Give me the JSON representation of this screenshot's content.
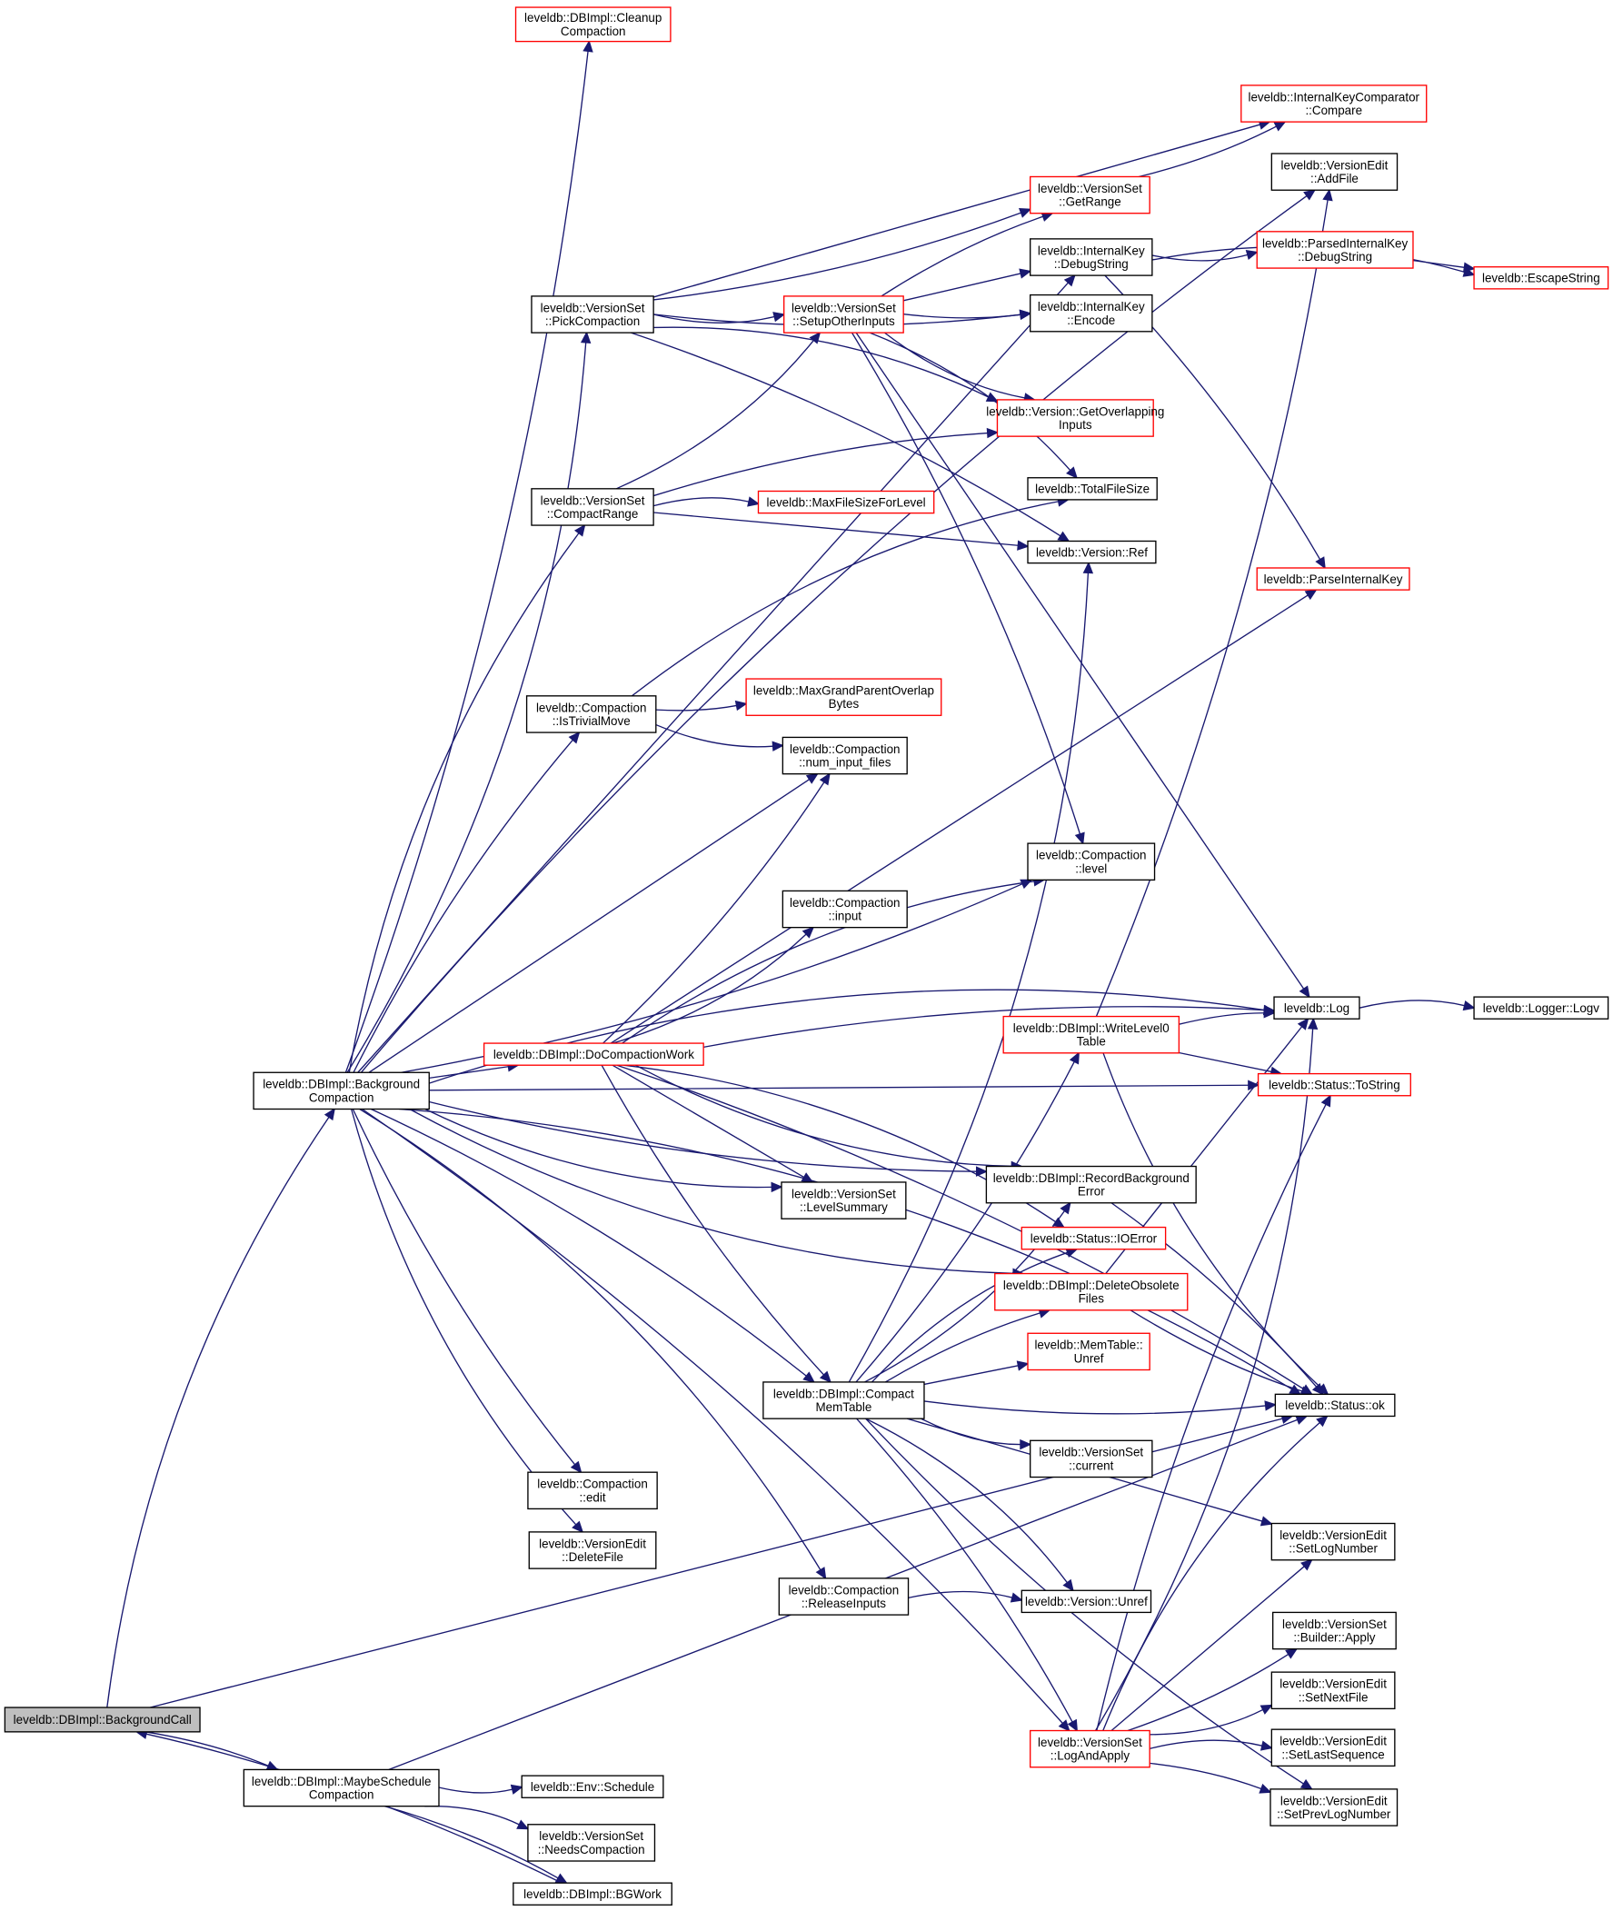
{
  "title": "leveldb::DBImpl::BackgroundCall call graph",
  "colors": {
    "edge": "#191970",
    "external_border": "#ff0000",
    "root_fill": "#bfbfbf"
  },
  "nodes": [
    {
      "id": "bgcall",
      "lines": [
        "leveldb::DBImpl::BackgroundCall"
      ],
      "style": "root"
    },
    {
      "id": "bgcomp",
      "lines": [
        "leveldb::DBImpl::Background",
        "Compaction"
      ],
      "style": "normal"
    },
    {
      "id": "maybe",
      "lines": [
        "leveldb::DBImpl::MaybeSchedule",
        "Compaction"
      ],
      "style": "normal"
    },
    {
      "id": "envsched",
      "lines": [
        "leveldb::Env::Schedule"
      ],
      "style": "normal"
    },
    {
      "id": "needs",
      "lines": [
        "leveldb::VersionSet",
        "::NeedsCompaction"
      ],
      "style": "normal"
    },
    {
      "id": "bgwork",
      "lines": [
        "leveldb::DBImpl::BGWork"
      ],
      "style": "normal"
    },
    {
      "id": "cleanup",
      "lines": [
        "leveldb::DBImpl::Cleanup",
        "Compaction"
      ],
      "style": "red"
    },
    {
      "id": "pick",
      "lines": [
        "leveldb::VersionSet",
        "::PickCompaction"
      ],
      "style": "normal"
    },
    {
      "id": "crange",
      "lines": [
        "leveldb::VersionSet",
        "::CompactRange"
      ],
      "style": "normal"
    },
    {
      "id": "trivial",
      "lines": [
        "leveldb::Compaction",
        "::IsTrivialMove"
      ],
      "style": "normal"
    },
    {
      "id": "docw",
      "lines": [
        "leveldb::DBImpl::DoCompactionWork"
      ],
      "style": "red"
    },
    {
      "id": "cedit",
      "lines": [
        "leveldb::Compaction",
        "::edit"
      ],
      "style": "normal"
    },
    {
      "id": "vedel",
      "lines": [
        "leveldb::VersionEdit",
        "::DeleteFile"
      ],
      "style": "normal"
    },
    {
      "id": "release",
      "lines": [
        "leveldb::Compaction",
        "::ReleaseInputs"
      ],
      "style": "normal"
    },
    {
      "id": "cmem",
      "lines": [
        "leveldb::DBImpl::Compact",
        "MemTable"
      ],
      "style": "normal"
    },
    {
      "id": "setup",
      "lines": [
        "leveldb::VersionSet",
        "::SetupOtherInputs"
      ],
      "style": "red"
    },
    {
      "id": "maxfile",
      "lines": [
        "leveldb::MaxFileSizeForLevel"
      ],
      "style": "red"
    },
    {
      "id": "maxgp",
      "lines": [
        "leveldb::MaxGrandParentOverlap",
        "Bytes"
      ],
      "style": "red"
    },
    {
      "id": "numin",
      "lines": [
        "leveldb::Compaction",
        "::num_input_files"
      ],
      "style": "normal"
    },
    {
      "id": "cinput",
      "lines": [
        "leveldb::Compaction",
        "::input"
      ],
      "style": "normal"
    },
    {
      "id": "lsum",
      "lines": [
        "leveldb::VersionSet",
        "::LevelSummary"
      ],
      "style": "normal"
    },
    {
      "id": "getrange",
      "lines": [
        "leveldb::VersionSet",
        "::GetRange"
      ],
      "style": "red"
    },
    {
      "id": "ikdebug",
      "lines": [
        "leveldb::InternalKey",
        "::DebugString"
      ],
      "style": "normal"
    },
    {
      "id": "ikenc",
      "lines": [
        "leveldb::InternalKey",
        "::Encode"
      ],
      "style": "normal"
    },
    {
      "id": "overlap",
      "lines": [
        "leveldb::Version::GetOverlapping",
        "Inputs"
      ],
      "style": "red"
    },
    {
      "id": "totalfs",
      "lines": [
        "leveldb::TotalFileSize"
      ],
      "style": "normal"
    },
    {
      "id": "vref",
      "lines": [
        "leveldb::Version::Ref"
      ],
      "style": "normal"
    },
    {
      "id": "clevel",
      "lines": [
        "leveldb::Compaction",
        "::level"
      ],
      "style": "normal"
    },
    {
      "id": "wl0",
      "lines": [
        "leveldb::DBImpl::WriteLevel0",
        "Table"
      ],
      "style": "red"
    },
    {
      "id": "recbg",
      "lines": [
        "leveldb::DBImpl::RecordBackground",
        "Error"
      ],
      "style": "normal"
    },
    {
      "id": "ioerr",
      "lines": [
        "leveldb::Status::IOError"
      ],
      "style": "red"
    },
    {
      "id": "delobs",
      "lines": [
        "leveldb::DBImpl::DeleteObsolete",
        "Files"
      ],
      "style": "red"
    },
    {
      "id": "mtunref",
      "lines": [
        "leveldb::MemTable::",
        "Unref"
      ],
      "style": "red"
    },
    {
      "id": "vscur",
      "lines": [
        "leveldb::VersionSet",
        "::current"
      ],
      "style": "normal"
    },
    {
      "id": "vunref",
      "lines": [
        "leveldb::Version::Unref"
      ],
      "style": "normal"
    },
    {
      "id": "logapply",
      "lines": [
        "leveldb::VersionSet",
        "::LogAndApply"
      ],
      "style": "red"
    },
    {
      "id": "ikcmp",
      "lines": [
        "leveldb::InternalKeyComparator",
        "::Compare"
      ],
      "style": "red"
    },
    {
      "id": "addfile",
      "lines": [
        "leveldb::VersionEdit",
        "::AddFile"
      ],
      "style": "normal"
    },
    {
      "id": "pikdebug",
      "lines": [
        "leveldb::ParsedInternalKey",
        "::DebugString"
      ],
      "style": "red"
    },
    {
      "id": "escape",
      "lines": [
        "leveldb::EscapeString"
      ],
      "style": "red"
    },
    {
      "id": "parseik",
      "lines": [
        "leveldb::ParseInternalKey"
      ],
      "style": "red"
    },
    {
      "id": "log",
      "lines": [
        "leveldb::Log"
      ],
      "style": "normal"
    },
    {
      "id": "logv",
      "lines": [
        "leveldb::Logger::Logv"
      ],
      "style": "normal"
    },
    {
      "id": "tostring",
      "lines": [
        "leveldb::Status::ToString"
      ],
      "style": "red"
    },
    {
      "id": "statok",
      "lines": [
        "leveldb::Status::ok"
      ],
      "style": "normal"
    },
    {
      "id": "setlog",
      "lines": [
        "leveldb::VersionEdit",
        "::SetLogNumber"
      ],
      "style": "normal"
    },
    {
      "id": "bapply",
      "lines": [
        "leveldb::VersionSet",
        "::Builder::Apply"
      ],
      "style": "normal"
    },
    {
      "id": "setnext",
      "lines": [
        "leveldb::VersionEdit",
        "::SetNextFile"
      ],
      "style": "normal"
    },
    {
      "id": "setlast",
      "lines": [
        "leveldb::VersionEdit",
        "::SetLastSequence"
      ],
      "style": "normal"
    },
    {
      "id": "setprev",
      "lines": [
        "leveldb::VersionEdit",
        "::SetPrevLogNumber"
      ],
      "style": "normal"
    }
  ],
  "edges": [
    [
      "bgcall",
      "bgcomp"
    ],
    [
      "bgcall",
      "maybe"
    ],
    [
      "bgcall",
      "statok"
    ],
    [
      "bgwork",
      "bgcall"
    ],
    [
      "maybe",
      "envsched"
    ],
    [
      "maybe",
      "needs"
    ],
    [
      "maybe",
      "bgwork"
    ],
    [
      "maybe",
      "statok"
    ],
    [
      "bgcomp",
      "cleanup"
    ],
    [
      "bgcomp",
      "pick"
    ],
    [
      "bgcomp",
      "crange"
    ],
    [
      "bgcomp",
      "trivial"
    ],
    [
      "bgcomp",
      "docw"
    ],
    [
      "bgcomp",
      "cedit"
    ],
    [
      "bgcomp",
      "vedel"
    ],
    [
      "bgcomp",
      "release"
    ],
    [
      "bgcomp",
      "cmem"
    ],
    [
      "bgcomp",
      "numin"
    ],
    [
      "bgcomp",
      "clevel"
    ],
    [
      "bgcomp",
      "lsum"
    ],
    [
      "bgcomp",
      "log"
    ],
    [
      "bgcomp",
      "addfile"
    ],
    [
      "bgcomp",
      "ikdebug"
    ],
    [
      "bgcomp",
      "recbg"
    ],
    [
      "bgcomp",
      "delobs"
    ],
    [
      "bgcomp",
      "statok"
    ],
    [
      "bgcomp",
      "logapply"
    ],
    [
      "bgcomp",
      "tostring"
    ],
    [
      "pick",
      "getrange"
    ],
    [
      "pick",
      "setup"
    ],
    [
      "pick",
      "overlap"
    ],
    [
      "pick",
      "vref"
    ],
    [
      "pick",
      "ikcmp"
    ],
    [
      "pick",
      "ikenc"
    ],
    [
      "crange",
      "setup"
    ],
    [
      "crange",
      "maxfile"
    ],
    [
      "crange",
      "overlap"
    ],
    [
      "crange",
      "vref"
    ],
    [
      "trivial",
      "maxgp"
    ],
    [
      "trivial",
      "numin"
    ],
    [
      "trivial",
      "totalfs"
    ],
    [
      "setup",
      "getrange"
    ],
    [
      "setup",
      "ikdebug"
    ],
    [
      "setup",
      "ikenc"
    ],
    [
      "setup",
      "overlap"
    ],
    [
      "setup",
      "totalfs"
    ],
    [
      "setup",
      "clevel"
    ],
    [
      "setup",
      "log"
    ],
    [
      "getrange",
      "ikcmp"
    ],
    [
      "ikdebug",
      "pikdebug"
    ],
    [
      "ikdebug",
      "escape"
    ],
    [
      "ikdebug",
      "parseik"
    ],
    [
      "pikdebug",
      "escape"
    ],
    [
      "docw",
      "numin"
    ],
    [
      "docw",
      "cinput"
    ],
    [
      "docw",
      "clevel"
    ],
    [
      "docw",
      "log"
    ],
    [
      "docw",
      "lsum"
    ],
    [
      "docw",
      "cmem"
    ],
    [
      "docw",
      "recbg"
    ],
    [
      "docw",
      "ioerr"
    ],
    [
      "docw",
      "statok"
    ],
    [
      "docw",
      "parseik"
    ],
    [
      "cmem",
      "wl0"
    ],
    [
      "cmem",
      "recbg"
    ],
    [
      "cmem",
      "ioerr"
    ],
    [
      "cmem",
      "delobs"
    ],
    [
      "cmem",
      "mtunref"
    ],
    [
      "cmem",
      "statok"
    ],
    [
      "cmem",
      "vscur"
    ],
    [
      "cmem",
      "vunref"
    ],
    [
      "cmem",
      "logapply"
    ],
    [
      "cmem",
      "setlog"
    ],
    [
      "cmem",
      "setprev"
    ],
    [
      "cmem",
      "vref"
    ],
    [
      "release",
      "vunref"
    ],
    [
      "wl0",
      "log"
    ],
    [
      "wl0",
      "tostring"
    ],
    [
      "wl0",
      "addfile"
    ],
    [
      "wl0",
      "statok"
    ],
    [
      "log",
      "logv"
    ],
    [
      "recbg",
      "statok"
    ],
    [
      "delobs",
      "log"
    ],
    [
      "delobs",
      "statok"
    ],
    [
      "logapply",
      "log"
    ],
    [
      "logapply",
      "statok"
    ],
    [
      "logapply",
      "tostring"
    ],
    [
      "logapply",
      "setlog"
    ],
    [
      "logapply",
      "bapply"
    ],
    [
      "logapply",
      "setnext"
    ],
    [
      "logapply",
      "setlast"
    ],
    [
      "logapply",
      "setprev"
    ]
  ]
}
